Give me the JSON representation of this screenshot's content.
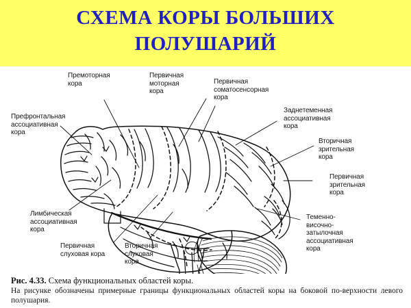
{
  "title": {
    "text": "СХЕМА КОРЫ БОЛЬШИХ\nПОЛУШАРИЙ",
    "color": "#2020c0",
    "banner_color": "#ffff66"
  },
  "figure": {
    "subject": "brain-lateral-view-left-hemisphere",
    "line_color": "#111111",
    "labels": [
      {
        "id": "premotor",
        "text": "Премоторная\nкора"
      },
      {
        "id": "primary-motor",
        "text": "Первичная\nмоторная\nкора"
      },
      {
        "id": "primary-somatosensory",
        "text": "Первичная\nсоматосенсорная\nкора"
      },
      {
        "id": "posterior-parietal",
        "text": "Заднетеменная\nассоциативная\nкора"
      },
      {
        "id": "prefrontal",
        "text": "Префронтальная\nассоциативная\nкора"
      },
      {
        "id": "secondary-visual",
        "text": "Вторичная\nзрительная\nкора"
      },
      {
        "id": "primary-visual",
        "text": "Первичная\nзрительная\nкора"
      },
      {
        "id": "parieto-temporo-occipital",
        "text": "Теменно-\nвисочно-\nзатылочная\nассоциативная\nкора"
      },
      {
        "id": "limbic",
        "text": "Лимбическая\nассоциативная\nкора"
      },
      {
        "id": "primary-auditory",
        "text": "Первичная\nслуховая кора"
      },
      {
        "id": "secondary-auditory",
        "text": "Вторичная\nслуховая\nкора"
      }
    ]
  },
  "caption": {
    "figure_number": "Рис. 4.33.",
    "figure_title": "Схема функциональных областей коры.",
    "body": "На рисунке обозначены примерные границы функциональных областей коры на боковой по-верхности левого полушария."
  }
}
